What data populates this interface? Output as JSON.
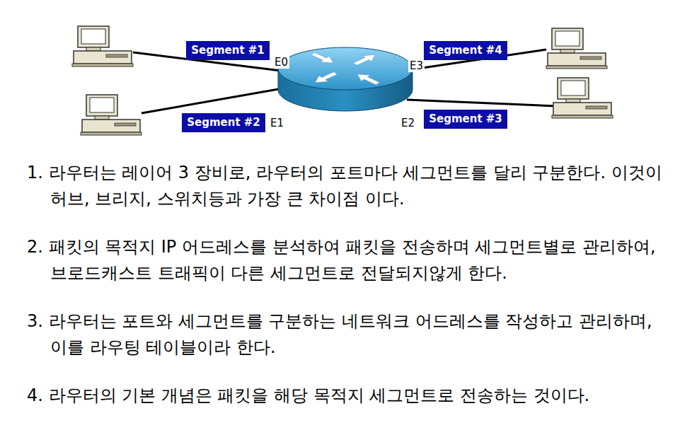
{
  "diagram": {
    "nodes": [
      {
        "text": [
          "Segment #1"
        ]
      },
      {
        "text": [
          "Segment #4"
        ]
      },
      {
        "text": [
          "Segment #2"
        ]
      },
      {
        "text": [
          "Segment #3"
        ]
      }
    ],
    "labels": [
      "E0",
      "E3",
      "E1",
      "E2",
      "1. 라우터는 레이어 3 장비로, 라우터의 포트마다 세그먼트를 달리 구분한다. 이것이 허브, 브리지, 스위치등과 가장 큰 차이점 이다.",
      "2. 패킷의 목적지 IP 어드레스를 분석하여 패킷을 전송하며 세그먼트별로 관리하여, 브로드캐스트 트래픽이 다른 세그먼트로 전달되지않게 한다.",
      "3. 라우터는 포트와 세그먼트를 구분하는 네트워크 어드레스를 작성하고 관리하며, 이를 라우팅 테이블이라 한다.",
      "4. 라우터의 기본 개념은 패킷을 해당 목적지 세그먼트로 전송하는 것이다."
    ]
  }
}
